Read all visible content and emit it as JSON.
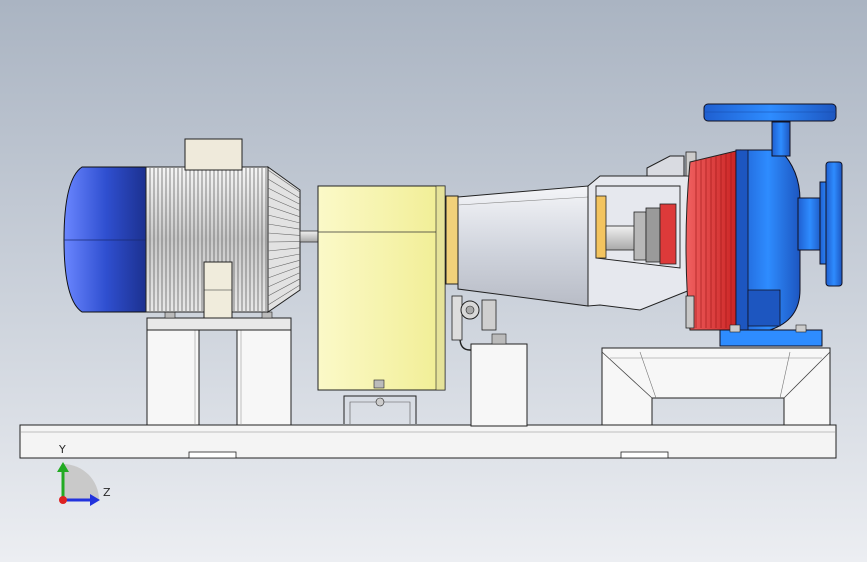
{
  "viewport": {
    "background_top": "#aab4c2",
    "background_bottom": "#eceef2"
  },
  "model": {
    "components": [
      {
        "id": "electric-motor",
        "color": "#2f4fd0"
      },
      {
        "id": "motor-fins",
        "color": "#d8d8d8"
      },
      {
        "id": "terminal-box",
        "color": "#eeeadc"
      },
      {
        "id": "coupling-guard",
        "color": "#f7f4a6"
      },
      {
        "id": "bearing-bracket",
        "color": "#d5d8e0"
      },
      {
        "id": "seal-chamber",
        "color": "#e03a3a"
      },
      {
        "id": "pump-volute",
        "color": "#2277ee"
      },
      {
        "id": "base-frame",
        "color": "#f2f2f2"
      }
    ]
  },
  "triad": {
    "y_label": "Y",
    "z_label": "Z",
    "y_color": "#22aa22",
    "z_color": "#2233dd",
    "x_color": "#dd2222"
  }
}
